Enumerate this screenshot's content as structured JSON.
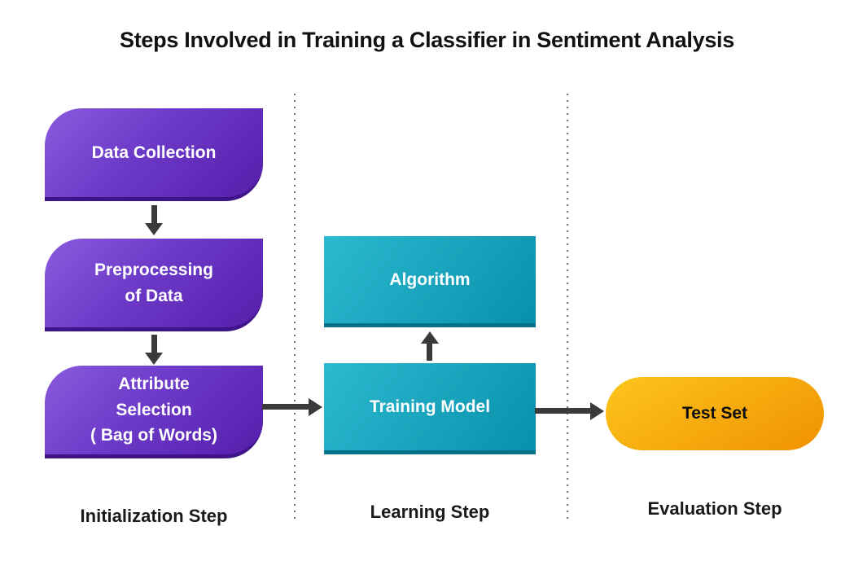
{
  "title": "Steps Involved in Training a Classifier in Sentiment Analysis",
  "nodes": {
    "data_collection": "Data Collection",
    "preprocessing": "Preprocessing\nof Data",
    "attribute_selection": "Attribute\nSelection\n( Bag of Words)",
    "algorithm": "Algorithm",
    "training_model": "Training Model",
    "test_set": "Test Set"
  },
  "step_labels": {
    "initialization": "Initialization Step",
    "learning": "Learning Step",
    "evaluation": "Evaluation Step"
  },
  "colors": {
    "purple_light": "#8A5BDE",
    "purple_mid": "#6C3AC8",
    "purple_dark": "#571DAB",
    "purple_band": "#3F1488",
    "teal_light": "#2BBAD0",
    "teal_dark": "#0990AB",
    "teal_band": "#077287",
    "orange_light": "#FDC51D",
    "orange_dark": "#F09200",
    "arrow": "#3A3A3A",
    "divider": "#6B6B6B",
    "title_text": "#111111",
    "label_text": "#1A1A1A",
    "node_text_light": "#FFFFFF",
    "node_text_dark": "#0D0D0D"
  }
}
